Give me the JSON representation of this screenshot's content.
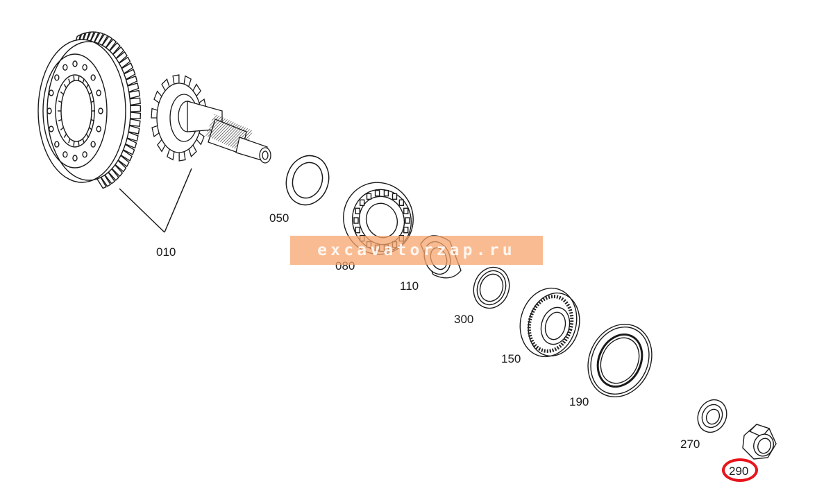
{
  "diagram": {
    "watermark": "excavatorzap.ru",
    "highlight_color": "#e8141c",
    "watermark_color": "#f7a56e",
    "line_color": "#1a1a1a",
    "highlighted_part": "290",
    "parts": [
      {
        "id": "bevel-gear-set",
        "label": "010"
      },
      {
        "id": "shim-ring",
        "label": "050"
      },
      {
        "id": "cylindrical-roller-bearing",
        "label": "080"
      },
      {
        "id": "spacer-sleeve",
        "label": "110"
      },
      {
        "id": "spacer-ring",
        "label": "300"
      },
      {
        "id": "tapered-roller-bearing",
        "label": "150"
      },
      {
        "id": "shaft-seal",
        "label": "190"
      },
      {
        "id": "washer",
        "label": "270"
      },
      {
        "id": "hex-nut",
        "label": "290"
      }
    ]
  }
}
